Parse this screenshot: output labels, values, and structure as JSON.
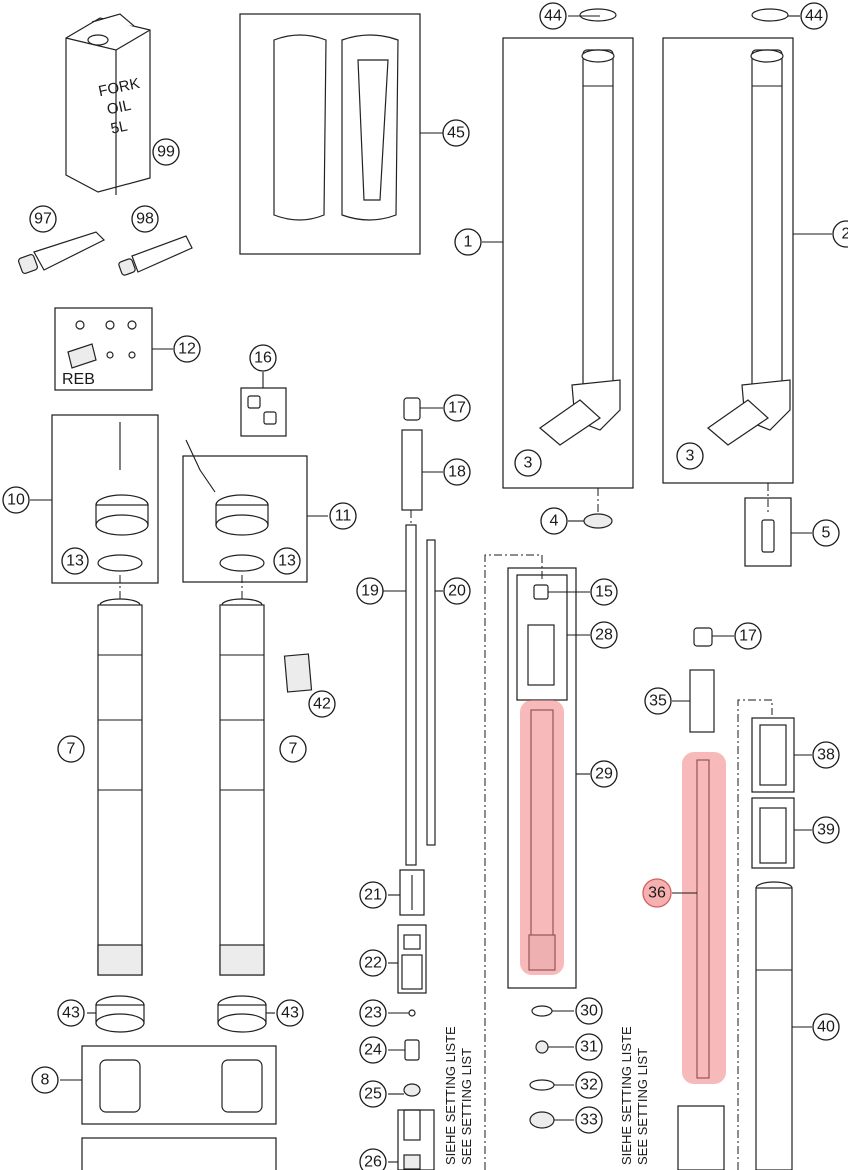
{
  "callouts": {
    "c1": "1",
    "c2": "2",
    "c3a": "3",
    "c3b": "3",
    "c4": "4",
    "c5": "5",
    "c7a": "7",
    "c7b": "7",
    "c8": "8",
    "c10": "10",
    "c11": "11",
    "c12": "12",
    "c13a": "13",
    "c13b": "13",
    "c15": "15",
    "c16": "16",
    "c17a": "17",
    "c17b": "17",
    "c18": "18",
    "c19": "19",
    "c20": "20",
    "c21": "21",
    "c22": "22",
    "c23": "23",
    "c24": "24",
    "c25": "25",
    "c26": "26",
    "c28": "28",
    "c29": "29",
    "c30": "30",
    "c31": "31",
    "c32": "32",
    "c33": "33",
    "c35": "35",
    "c36": "36",
    "c38": "38",
    "c39": "39",
    "c40": "40",
    "c42": "42",
    "c43a": "43",
    "c43b": "43",
    "c44a": "44",
    "c44b": "44",
    "c45": "45",
    "c97": "97",
    "c98": "98",
    "c99": "99"
  },
  "labels": {
    "oil_can_line1": "FORK",
    "oil_can_line2": "OIL",
    "oil_can_line3": "5L",
    "reb": "REB",
    "setting_list_de": "SIEHE SETTING LISTE",
    "setting_list_en": "SEE SETTING LIST"
  },
  "colors": {
    "highlight": "#f08080"
  }
}
